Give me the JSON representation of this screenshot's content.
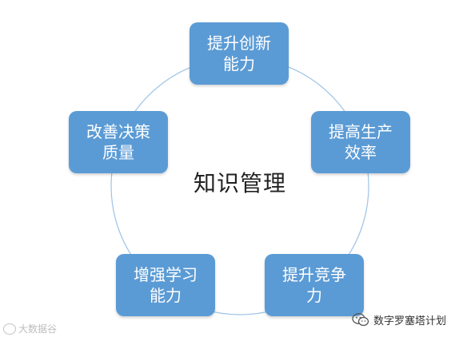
{
  "colors": {
    "node_fill": "#5b9bd5",
    "ring_stroke": "#9dc3e6",
    "text_on_node": "#ffffff",
    "center_text": "#222222"
  },
  "diagram": {
    "center": "知识管理",
    "nodes": [
      {
        "line1": "提升创新",
        "line2": "能力"
      },
      {
        "line1": "提高生产",
        "line2": "效率"
      },
      {
        "line1": "提升竞争",
        "line2": "力"
      },
      {
        "line1": "增强学习",
        "line2": "能力"
      },
      {
        "line1": "改善决策",
        "line2": "质量"
      }
    ]
  },
  "watermarks": {
    "left": "大数据谷",
    "right": "数字罗塞塔计划",
    "right_icon": "wechat-icon"
  }
}
